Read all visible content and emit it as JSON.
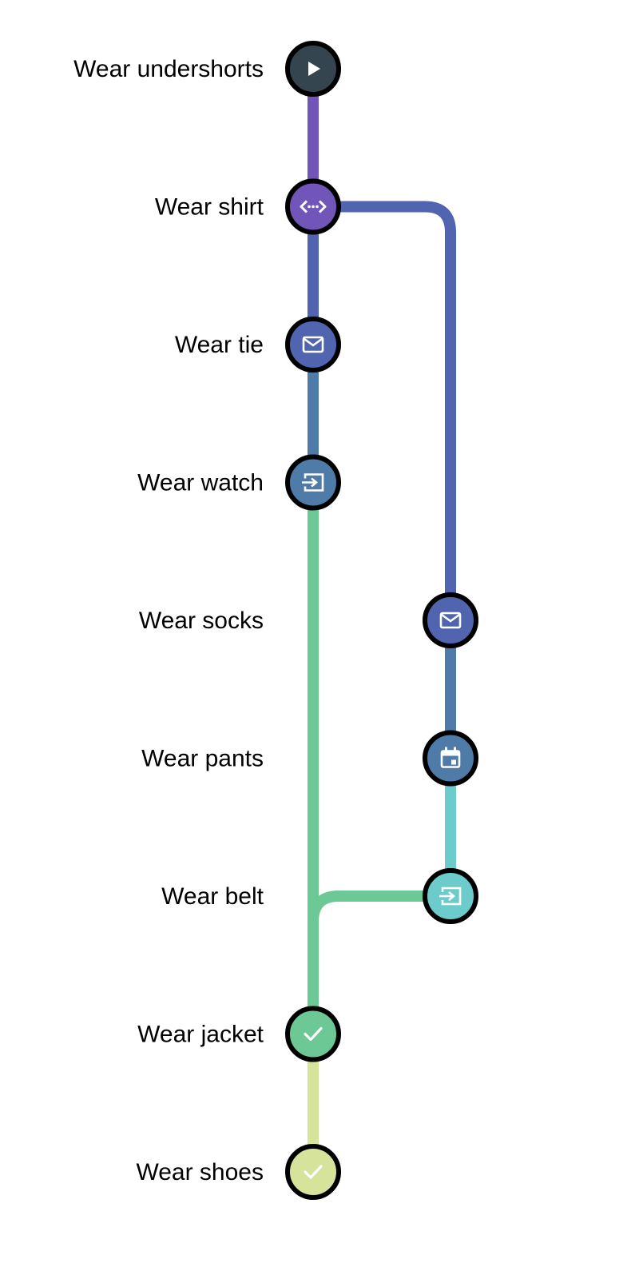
{
  "steps": [
    {
      "label": "Wear undershorts",
      "color": "#35454f",
      "icon": "play-icon"
    },
    {
      "label": "Wear shirt",
      "color": "#7155b8",
      "icon": "code-arrows-icon"
    },
    {
      "label": "Wear tie",
      "color": "#5164b0",
      "icon": "envelope-icon"
    },
    {
      "label": "Wear watch",
      "color": "#4f7ba8",
      "icon": "sign-in-icon"
    },
    {
      "label": "Wear socks",
      "color": "#5164b0",
      "icon": "envelope-icon"
    },
    {
      "label": "Wear pants",
      "color": "#4f7ba8",
      "icon": "calendar-icon"
    },
    {
      "label": "Wear belt",
      "color": "#6ccccc",
      "icon": "sign-in-icon"
    },
    {
      "label": "Wear jacket",
      "color": "#6cc894",
      "icon": "check-icon"
    },
    {
      "label": "Wear shoes",
      "color": "#d6e39a",
      "icon": "check-icon"
    }
  ],
  "edges": [
    {
      "from": "Wear undershorts",
      "to": "Wear shirt",
      "color": "#7155b8"
    },
    {
      "from": "Wear shirt",
      "to": "Wear tie",
      "color": "#5164b0"
    },
    {
      "from": "Wear shirt",
      "to": "Wear socks",
      "color": "#5164b0"
    },
    {
      "from": "Wear tie",
      "to": "Wear watch",
      "color": "#4f7ba8"
    },
    {
      "from": "Wear watch",
      "to": "Wear jacket",
      "color": "#6cc894"
    },
    {
      "from": "Wear socks",
      "to": "Wear pants",
      "color": "#4f7ba8"
    },
    {
      "from": "Wear pants",
      "to": "Wear belt",
      "color": "#6ccccc"
    },
    {
      "from": "Wear belt",
      "to": "Wear jacket",
      "color": "#6cc894"
    },
    {
      "from": "Wear jacket",
      "to": "Wear shoes",
      "color": "#d6e39a"
    }
  ]
}
